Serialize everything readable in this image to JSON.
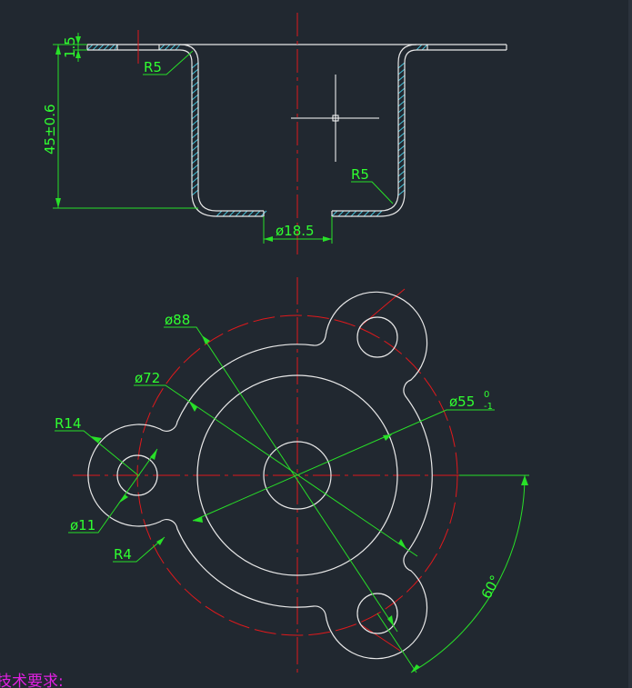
{
  "colors": {
    "background": "#212830",
    "outline": "#e8e8e8",
    "hatch": "#46c8e0",
    "centerline": "#e0191c",
    "dimension": "#28e028",
    "dim_text": "#30ff30",
    "note_text": "#e020e0",
    "cursor": "#ffffff"
  },
  "section_view": {
    "thickness_dim": "1.5",
    "height_dim": "45±0.6",
    "radius_top": "R5",
    "radius_bottom": "R5",
    "hole_dim": "ø18.5"
  },
  "plan_view": {
    "dia_88": "ø88",
    "dia_72": "ø72",
    "dia_55": "ø55",
    "tol_upper": "0",
    "tol_lower": "-1",
    "r14": "R14",
    "dia_11": "ø11",
    "r4": "R4",
    "angle": "60°"
  },
  "notes": {
    "title": "技术要求:"
  }
}
